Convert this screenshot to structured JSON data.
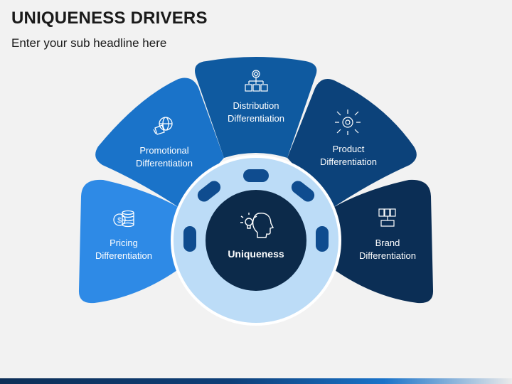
{
  "header": {
    "title": "UNIQUENESS DRIVERS",
    "subtitle": "Enter your sub headline here"
  },
  "diagram": {
    "center": {
      "label": "Uniqueness",
      "icon": "head-lightbulb-icon"
    },
    "segments": [
      {
        "id": "pricing",
        "line1": "Pricing",
        "line2": "Differentiation",
        "icon": "coins-dollar-icon",
        "color": "#2e8ae6"
      },
      {
        "id": "promotional",
        "line1": "Promotional",
        "line2": "Differentiation",
        "icon": "megaphone-globe-icon",
        "color": "#1a73c9"
      },
      {
        "id": "distribution",
        "line1": "Distribution",
        "line2": "Differentiation",
        "icon": "distribution-boxes-icon",
        "color": "#0f5aa0"
      },
      {
        "id": "product",
        "line1": "Product",
        "line2": "Differentiation",
        "icon": "product-gear-icon",
        "color": "#0c427a"
      },
      {
        "id": "brand",
        "line1": "Brand",
        "line2": "Differentiation",
        "icon": "brand-books-icon",
        "color": "#0b2e55"
      }
    ],
    "colors": {
      "ring": "#bcdcf7",
      "ring_border": "#ffffff",
      "center": "#0c2a4a",
      "slots": "#0f4c8f"
    }
  }
}
